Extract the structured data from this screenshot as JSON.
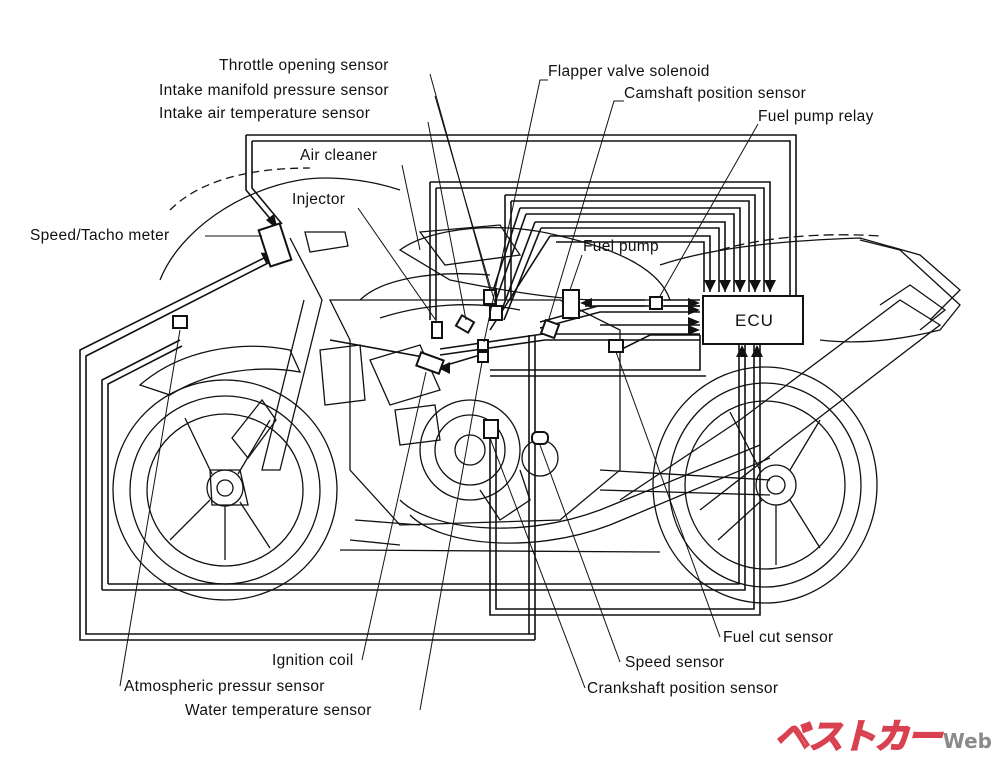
{
  "labels": {
    "throttle_opening_sensor": "Throttle opening sensor",
    "intake_manifold_pressure_sensor": "Intake manifold pressure sensor",
    "intake_air_temperature_sensor": "Intake air temperature sensor",
    "flapper_valve_solenoid": "Flapper valve solenoid",
    "camshaft_position_sensor": "Camshaft position sensor",
    "fuel_pump_relay": "Fuel pump relay",
    "air_cleaner": "Air cleaner",
    "injector": "Injector",
    "speed_tacho_meter": "Speed/Tacho meter",
    "fuel_pump": "Fuel pump",
    "ecu": "ECU",
    "fuel_cut_sensor": "Fuel cut sensor",
    "speed_sensor": "Speed sensor",
    "crankshaft_position_sensor": "Crankshaft position sensor",
    "ignition_coil": "Ignition coil",
    "atmospheric_pressure_sensor": "Atmospheric pressur sensor",
    "water_temperature_sensor": "Water temperature sensor"
  },
  "watermark": {
    "main": "ベストカー",
    "sub": "Web"
  },
  "colors": {
    "line": "#111111",
    "watermark_fill": "#f3a6ad",
    "watermark_stroke": "#d94050",
    "watermark_sub": "#8a8a8a"
  }
}
